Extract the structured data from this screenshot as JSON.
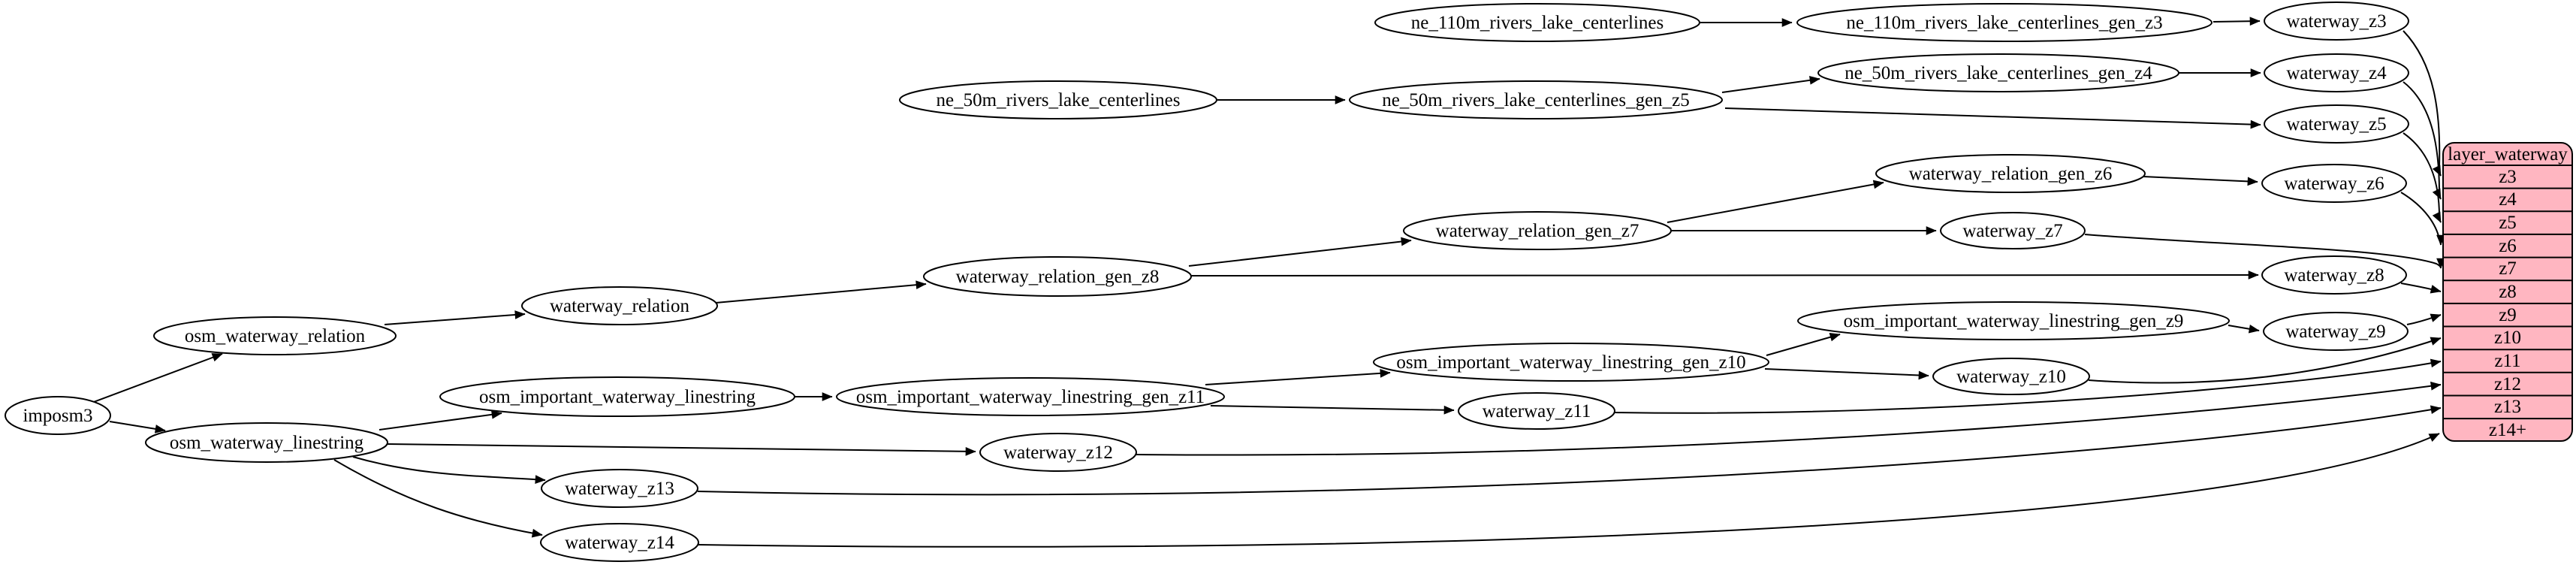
{
  "diagram": {
    "nodes": {
      "imposm3": "imposm3",
      "osm_waterway_relation": "osm_waterway_relation",
      "osm_waterway_linestring": "osm_waterway_linestring",
      "waterway_relation": "waterway_relation",
      "osm_important_waterway_linestring": "osm_important_waterway_linestring",
      "waterway_z13": "waterway_z13",
      "waterway_z14": "waterway_z14",
      "waterway_relation_gen_z8": "waterway_relation_gen_z8",
      "osm_important_waterway_linestring_gen_z11": "osm_important_waterway_linestring_gen_z11",
      "waterway_z12": "waterway_z12",
      "ne_50m_rivers_lake_centerlines": "ne_50m_rivers_lake_centerlines",
      "ne_110m_rivers_lake_centerlines": "ne_110m_rivers_lake_centerlines",
      "ne_50m_rivers_lake_centerlines_gen_z5": "ne_50m_rivers_lake_centerlines_gen_z5",
      "waterway_relation_gen_z7": "waterway_relation_gen_z7",
      "osm_important_waterway_linestring_gen_z10": "osm_important_waterway_linestring_gen_z10",
      "waterway_z11": "waterway_z11",
      "ne_110m_rivers_lake_centerlines_gen_z3": "ne_110m_rivers_lake_centerlines_gen_z3",
      "ne_50m_rivers_lake_centerlines_gen_z4": "ne_50m_rivers_lake_centerlines_gen_z4",
      "waterway_relation_gen_z6": "waterway_relation_gen_z6",
      "waterway_z7": "waterway_z7",
      "osm_important_waterway_linestring_gen_z9": "osm_important_waterway_linestring_gen_z9",
      "waterway_z10": "waterway_z10",
      "waterway_z3": "waterway_z3",
      "waterway_z4": "waterway_z4",
      "waterway_z5": "waterway_z5",
      "waterway_z6": "waterway_z6",
      "waterway_z8": "waterway_z8",
      "waterway_z9": "waterway_z9"
    },
    "table": {
      "title": "layer_waterway",
      "rows": [
        "z3",
        "z4",
        "z5",
        "z6",
        "z7",
        "z8",
        "z9",
        "z10",
        "z11",
        "z12",
        "z13",
        "z14+"
      ]
    },
    "edges": [
      "imposm3 -> osm_waterway_relation",
      "imposm3 -> osm_waterway_linestring",
      "osm_waterway_relation -> waterway_relation",
      "waterway_relation -> waterway_relation_gen_z8",
      "waterway_relation_gen_z8 -> waterway_relation_gen_z7",
      "waterway_relation_gen_z8 -> waterway_z8",
      "waterway_relation_gen_z7 -> waterway_relation_gen_z6",
      "waterway_relation_gen_z7 -> waterway_z7",
      "waterway_relation_gen_z6 -> waterway_z6",
      "osm_waterway_linestring -> osm_important_waterway_linestring",
      "osm_waterway_linestring -> waterway_z12",
      "osm_waterway_linestring -> waterway_z13",
      "osm_waterway_linestring -> waterway_z14",
      "osm_important_waterway_linestring -> osm_important_waterway_linestring_gen_z11",
      "osm_important_waterway_linestring_gen_z11 -> osm_important_waterway_linestring_gen_z10",
      "osm_important_waterway_linestring_gen_z11 -> waterway_z11",
      "osm_important_waterway_linestring_gen_z10 -> osm_important_waterway_linestring_gen_z9",
      "osm_important_waterway_linestring_gen_z10 -> waterway_z10",
      "osm_important_waterway_linestring_gen_z9 -> waterway_z9",
      "ne_110m_rivers_lake_centerlines -> ne_110m_rivers_lake_centerlines_gen_z3",
      "ne_110m_rivers_lake_centerlines_gen_z3 -> waterway_z3",
      "ne_50m_rivers_lake_centerlines -> ne_50m_rivers_lake_centerlines_gen_z5",
      "ne_50m_rivers_lake_centerlines_gen_z5 -> ne_50m_rivers_lake_centerlines_gen_z4",
      "ne_50m_rivers_lake_centerlines_gen_z5 -> waterway_z5",
      "ne_50m_rivers_lake_centerlines_gen_z4 -> waterway_z4",
      "waterway_z3 -> layer_waterway:z3",
      "waterway_z4 -> layer_waterway:z4",
      "waterway_z5 -> layer_waterway:z5",
      "waterway_z6 -> layer_waterway:z6",
      "waterway_z7 -> layer_waterway:z7",
      "waterway_z8 -> layer_waterway:z8",
      "waterway_z9 -> layer_waterway:z9",
      "waterway_z10 -> layer_waterway:z10",
      "waterway_z11 -> layer_waterway:z11",
      "waterway_z12 -> layer_waterway:z12",
      "waterway_z13 -> layer_waterway:z13",
      "waterway_z14 -> layer_waterway:z14+"
    ],
    "colors": {
      "table_fill": "#FFB6C1",
      "node_fill": "#FFFFFF",
      "stroke": "#000000"
    }
  }
}
